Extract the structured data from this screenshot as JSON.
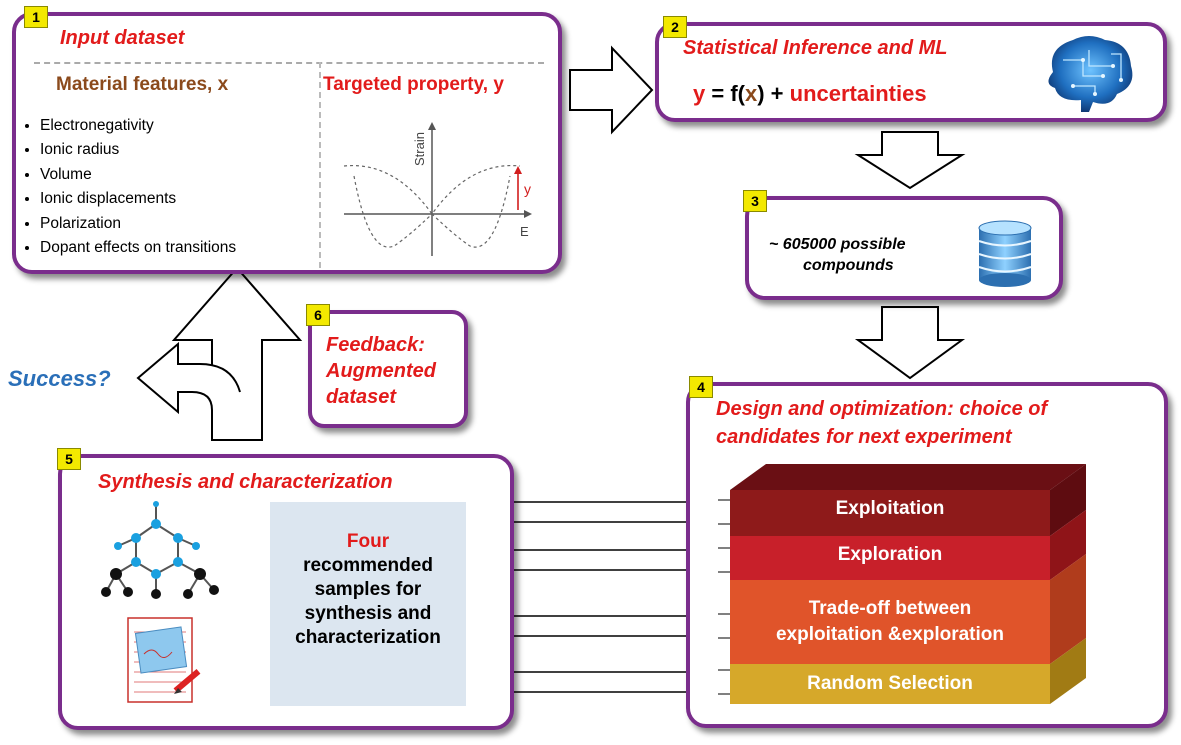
{
  "box1": {
    "number": "1",
    "title": "Input dataset",
    "features_header": "Material features, x",
    "property_header": "Targeted property, y",
    "features": [
      "Electronegativity",
      "Ionic radius",
      "Volume",
      "Ionic displacements",
      "Polarization",
      "Dopant effects on  transitions"
    ],
    "plot": {
      "ylabel": "Strain",
      "xlabel": "E",
      "marker": "y"
    }
  },
  "box2": {
    "number": "2",
    "title": "Statistical Inference and ML",
    "eq_y": "y",
    "eq_mid1": " = f(",
    "eq_x": "x",
    "eq_mid2": ") + ",
    "eq_unc": "uncertainties",
    "icon": "brain-icon"
  },
  "box3": {
    "number": "3",
    "line1": "~ 605000 possible",
    "line2": "compounds",
    "icon": "database-icon"
  },
  "box4": {
    "number": "4",
    "title_line1": "Design and optimization: choice of",
    "title_line2": "candidates for next experiment",
    "layers": [
      {
        "label": "Exploitation",
        "color": "#8e1a1a"
      },
      {
        "label": "Exploration",
        "color": "#c8202a"
      },
      {
        "label_line1": "Trade-off between",
        "label_line2": "exploitation &exploration",
        "color": "#e0542a"
      },
      {
        "label": "Random Selection",
        "color": "#d6a82a"
      }
    ]
  },
  "box5": {
    "number": "5",
    "title": "Synthesis and characterization",
    "rec_first": "Four",
    "rec_rest": [
      "recommended",
      "samples for",
      "synthesis and",
      "characterization"
    ],
    "icons": [
      "molecule-icon",
      "notepad-icon"
    ]
  },
  "box6": {
    "number": "6",
    "lines": [
      "Feedback:",
      "Augmented",
      "dataset"
    ]
  },
  "success_label": "Success?",
  "colors": {
    "border": "#7a2d8c",
    "accent_red": "#e21b1b",
    "feature_brown": "#8b4a1c",
    "success_blue": "#2a6fb8",
    "badge_yellow": "#f3e900"
  }
}
